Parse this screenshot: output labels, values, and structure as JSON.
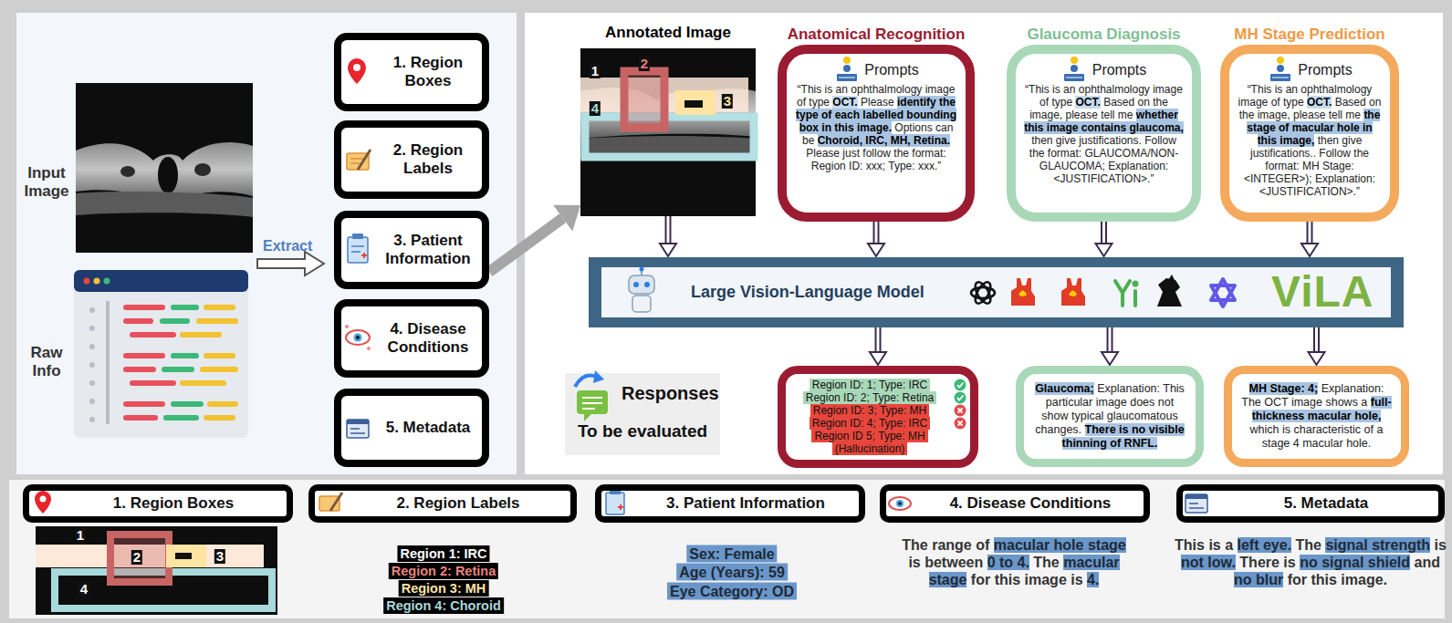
{
  "diagram": {
    "nodes": [
      {
        "text": [
          "1. Region Boxes"
        ]
      },
      {
        "text": [
          "2. Region Labels"
        ]
      },
      {
        "text": [
          "3. Patient Information"
        ]
      },
      {
        "text": [
          "4. Disease Conditions"
        ]
      },
      {
        "text": [
          "5. Metadata"
        ]
      },
      {
        "text": [
          "Annotated Image"
        ]
      },
      {
        "text": [
          "Anatomical Recognition",
          "Prompts",
          "“This is an ophthalmology image of type OCT. Please identify the type of each labelled bounding box in this image. Options can be Choroid, IRC, MH, Retina. Please just follow the format: Region ID: xxx; Type: xxx.”"
        ]
      },
      {
        "text": [
          "Glaucoma Diagnosis",
          "Prompts",
          "“This is an ophthalmology image of type OCT. Based on the image, please tell me whether this image contains glaucoma, then give justifications. Follow the format: GLAUCOMA/NON-GLAUCOMA; Explanation: <JUSTIFICATION>.”"
        ]
      },
      {
        "text": [
          "MH Stage Prediction",
          "Prompts",
          "“This is an ophthalmology image of type OCT. Based on the image, please tell me the stage of macular hole in this image, then give justifications.. Follow the format: MH Stage: <INTEGER>); Explanation: <JUSTIFICATION>.”"
        ]
      },
      {
        "text": [
          "Large Vision-Language Model",
          "ViLA"
        ]
      },
      {
        "text": [
          "Responses",
          "To be evaluated"
        ]
      },
      {
        "text": [
          "Region ID: 1; Type: IRC",
          "Region ID: 2; Type: Retina",
          "Region ID: 3; Type: MH",
          "Region ID: 4; Type: IRC",
          "Region ID 5; Type: MH",
          "(Hallucination)"
        ]
      },
      {
        "text": [
          "Glaucoma; Explanation: This particular image does not show typical glaucomatous changes. There is no visible thinning of RNFL."
        ]
      },
      {
        "text": [
          "MH Stage: 4; Explanation: The OCT image shows a full-thickness macular hole, which is characteristic of a stage 4 macular hole."
        ]
      },
      {
        "text": [
          "1. Region Boxes"
        ]
      },
      {
        "text": [
          "2. Region Labels"
        ]
      },
      {
        "text": [
          "3. Patient Information"
        ]
      },
      {
        "text": [
          "4. Disease Conditions"
        ]
      },
      {
        "text": [
          "5. Metadata"
        ]
      }
    ],
    "edges": [
      {
        "from": 2,
        "to": 5,
        "arrow": "to"
      },
      {
        "from": 5,
        "to": 9,
        "arrow": "to"
      },
      {
        "from": 6,
        "to": 9,
        "arrow": "to"
      },
      {
        "from": 7,
        "to": 9,
        "arrow": "to"
      },
      {
        "from": 8,
        "to": 9,
        "arrow": "to"
      },
      {
        "from": 9,
        "to": 11,
        "arrow": "to"
      },
      {
        "from": 9,
        "to": 12,
        "arrow": "to"
      },
      {
        "from": 9,
        "to": 13,
        "arrow": "to"
      }
    ],
    "labels": [
      "Input Image",
      "Raw Info",
      "Extract",
      "1",
      "2",
      "3",
      "4",
      "1",
      "2",
      "3",
      "4",
      "Region 1: IRC",
      "Region 2: Retina",
      "Region 3: MH",
      "Region 4: Choroid",
      "Sex: Female",
      "Age (Years): 59",
      "Eye Category: OD",
      "The range of macular hole stage is between 0 to 4. The macular stage for this image is 4.",
      "This is a left eye. The signal strength is not low. There is no signal shield and no blur for this image."
    ]
  }
}
